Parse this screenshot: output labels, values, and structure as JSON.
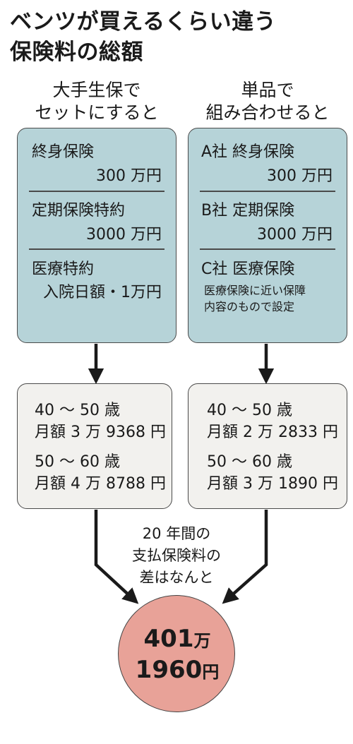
{
  "title": {
    "line1": "ベンツが買えるくらい違う",
    "line2": "保険料の総額"
  },
  "left": {
    "heading": [
      "大手生保で",
      "セットにすると"
    ],
    "items": [
      {
        "name": "終身保険",
        "value": "300 万円"
      },
      {
        "name": "定期保険特約",
        "value": "3000 万円"
      },
      {
        "name": "医療特約",
        "value": "入院日額・1万円"
      }
    ],
    "premiums": [
      {
        "age": "40 ～ 50 歳",
        "amount": "月額 3 万 9368 円"
      },
      {
        "age": "50 ～ 60 歳",
        "amount": "月額 4 万 8788 円"
      }
    ]
  },
  "right": {
    "heading": [
      "単品で",
      "組み合わせると"
    ],
    "items": [
      {
        "name": "A社  終身保険",
        "value": "300 万円"
      },
      {
        "name": "B社  定期保険",
        "value": "3000 万円"
      },
      {
        "name": "C社  医療保険",
        "value": "医療保険に近い保障内容のもので設定"
      }
    ],
    "premiums": [
      {
        "age": "40 ～ 50 歳",
        "amount": "月額 2 万 2833 円"
      },
      {
        "age": "50 ～ 60 歳",
        "amount": "月額 3 万 1890 円"
      }
    ]
  },
  "middle_note": [
    "20 年間の",
    "支払保険料の",
    "差はなんと"
  ],
  "result": {
    "line1_num": "401",
    "line1_unit": "万",
    "line2_num": "1960",
    "line2_unit": "円"
  },
  "colors": {
    "blue_box": "#b6d3d8",
    "gray_box": "#f2f1ee",
    "result_circle": "#e8a298"
  }
}
